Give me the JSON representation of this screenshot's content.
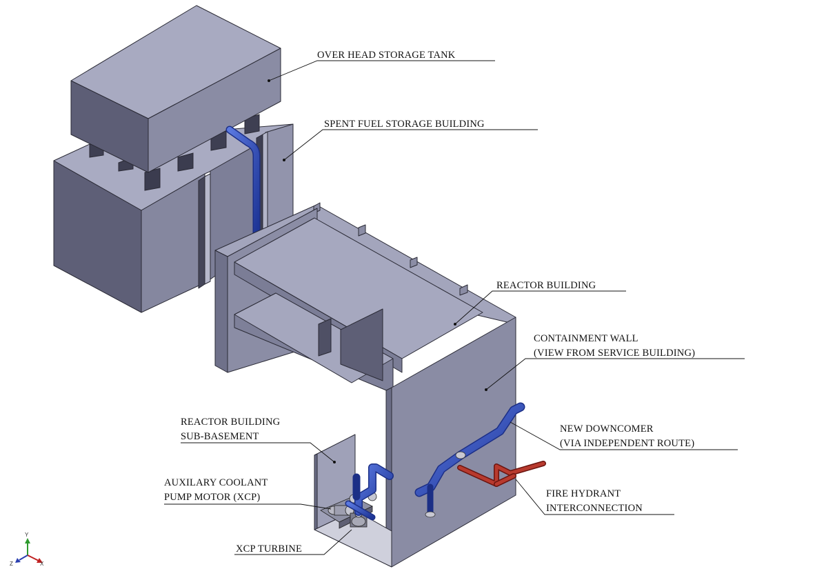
{
  "labels": {
    "overhead_tank": "OVER HEAD STORAGE TANK",
    "spent_fuel": "SPENT FUEL STORAGE BUILDING",
    "reactor_building": "REACTOR BUILDING",
    "containment_wall_1": "CONTAINMENT WALL",
    "containment_wall_2": "(VIEW FROM SERVICE BUILDING)",
    "downcomer_1": "NEW DOWNCOMER",
    "downcomer_2": "(VIA INDEPENDENT ROUTE)",
    "fire_hydrant_1": "FIRE HYDRANT",
    "fire_hydrant_2": "INTERCONNECTION",
    "sub_basement_1": "REACTOR BUILDING",
    "sub_basement_2": "SUB-BASEMENT",
    "pump_motor_1": "AUXILARY COOLANT",
    "pump_motor_2": "PUMP MOTOR (XCP)",
    "xcp_turbine": "XCP TURBINE"
  },
  "triad": {
    "y": "Y",
    "z": "Z",
    "x": "X"
  },
  "colors": {
    "pipe_blue": "#2a49b8",
    "pipe_red": "#a8261f",
    "wall_light": "#a6a8bf",
    "wall_mid": "#8a8ca4",
    "wall_dark": "#5f6078",
    "outline": "#2a2a35"
  }
}
